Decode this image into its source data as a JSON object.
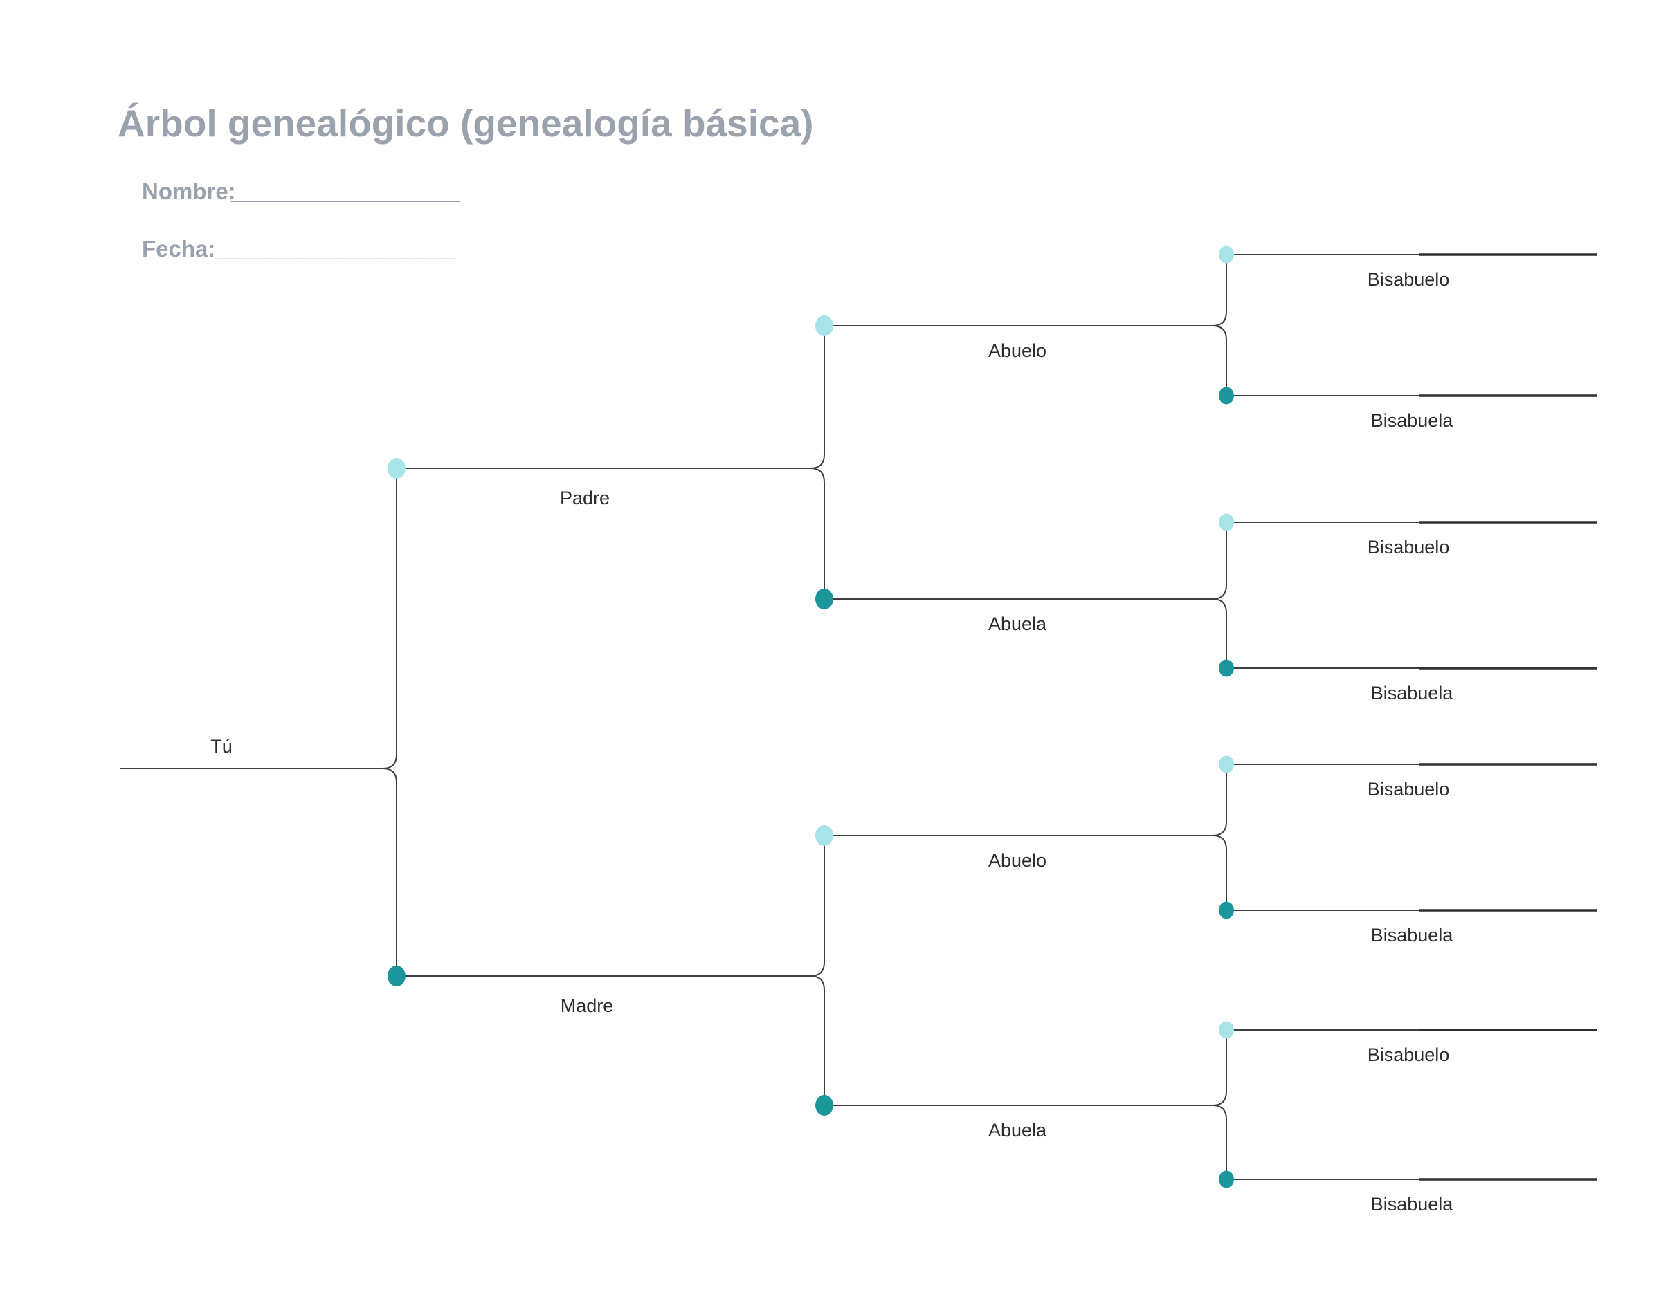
{
  "title": "Árbol genealógico (genealogía básica)",
  "form": {
    "name_label": "Nombre:",
    "name_blank": "__________________",
    "date_label": "Fecha:",
    "date_blank": "___________________"
  },
  "tree": {
    "root": {
      "label": "Tú",
      "variant": "outline"
    },
    "parents": [
      {
        "label": "Padre",
        "variant": "light"
      },
      {
        "label": "Madre",
        "variant": "dark"
      }
    ],
    "grandparents": [
      {
        "label": "Abuelo",
        "variant": "light"
      },
      {
        "label": "Abuela",
        "variant": "dark"
      },
      {
        "label": "Abuelo",
        "variant": "light"
      },
      {
        "label": "Abuela",
        "variant": "dark"
      }
    ],
    "great_grandparents": [
      {
        "label": "Bisabuelo",
        "variant": "light"
      },
      {
        "label": "Bisabuela",
        "variant": "dark"
      },
      {
        "label": "Bisabuelo",
        "variant": "light"
      },
      {
        "label": "Bisabuela",
        "variant": "dark"
      },
      {
        "label": "Bisabuelo",
        "variant": "light"
      },
      {
        "label": "Bisabuela",
        "variant": "dark"
      },
      {
        "label": "Bisabuelo",
        "variant": "light"
      },
      {
        "label": "Bisabuela",
        "variant": "dark"
      }
    ]
  },
  "colors": {
    "light_node": "#a7e3e7",
    "dark_node": "#1b979c",
    "root_node_fill": "#ffffff",
    "root_node_stroke": "#4a4a4a",
    "connector_line": "#3f3f3f",
    "name_line": "#2f2f2f",
    "heading_text": "#9aa2ae",
    "label_text": "#2d2d2d"
  }
}
